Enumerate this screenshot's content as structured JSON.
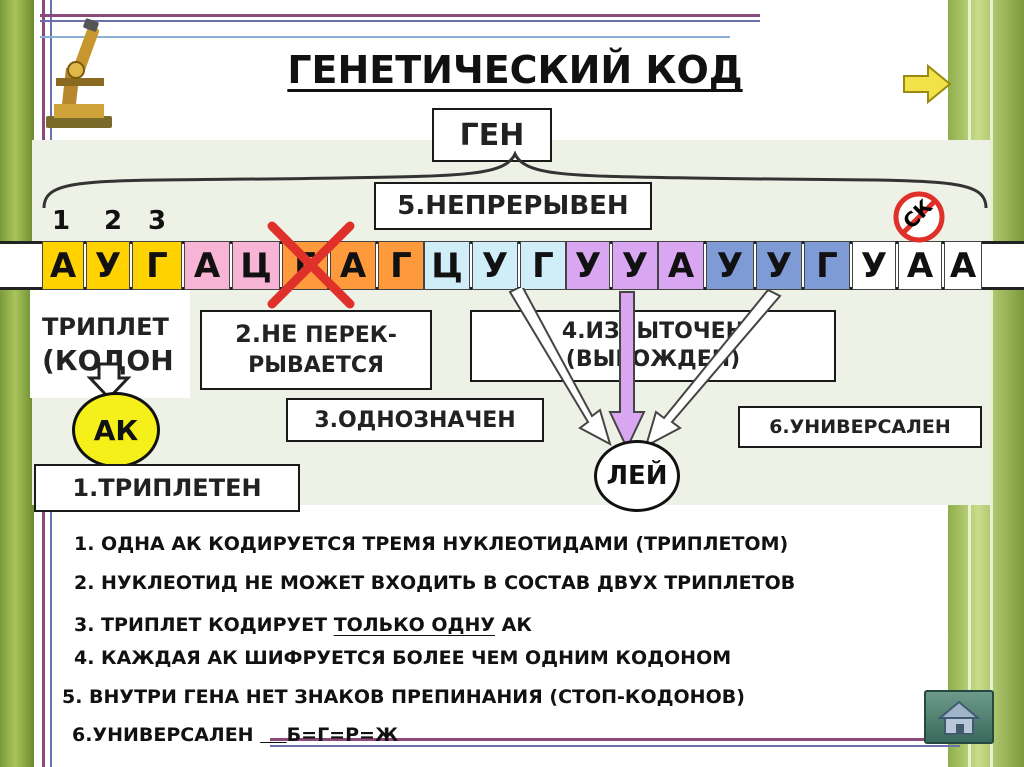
{
  "title": "ГЕНЕТИЧЕСКИЙ КОД",
  "gene_label": "ГЕН",
  "codon_numbers": [
    "1",
    "2",
    "3"
  ],
  "nucleotides": [
    {
      "letter": "А",
      "color": "#ffd200"
    },
    {
      "letter": "У",
      "color": "#ffd200"
    },
    {
      "letter": "Г",
      "color": "#ffd200"
    },
    {
      "letter": "А",
      "color": "#f7b4d4"
    },
    {
      "letter": "Ц",
      "color": "#f7b4d4"
    },
    {
      "letter": "Г",
      "color": "#ff9a3c"
    },
    {
      "letter": "А",
      "color": "#ff9a3c"
    },
    {
      "letter": "Г",
      "color": "#ff9a3c"
    },
    {
      "letter": "Ц",
      "color": "#cfeef8"
    },
    {
      "letter": "У",
      "color": "#cfeef8"
    },
    {
      "letter": "Г",
      "color": "#cfeef8"
    },
    {
      "letter": "У",
      "color": "#d9a6f2"
    },
    {
      "letter": "У",
      "color": "#d9a6f2"
    },
    {
      "letter": "А",
      "color": "#d9a6f2"
    },
    {
      "letter": "У",
      "color": "#7f9bd6"
    },
    {
      "letter": "У",
      "color": "#7f9bd6"
    },
    {
      "letter": "Г",
      "color": "#7f9bd6"
    },
    {
      "letter": "У",
      "color": "#ffffff"
    },
    {
      "letter": "А",
      "color": "#ffffff"
    },
    {
      "letter": "А",
      "color": "#ffffff"
    }
  ],
  "properties": {
    "continuous": "5.НЕПРЕРЫВЕН",
    "triplet_codon_1": "ТРИПЛЕТ",
    "triplet_codon_2": "(КОДОН",
    "non_overlap_1": "2.НЕ",
    "non_overlap_1b": "ПЕРЕК-",
    "non_overlap_2": "РЫВАЕТСЯ",
    "redundant_1": "4.ИЗБЫТОЧЕН",
    "redundant_2": "(ВЫРОЖДЕН)",
    "unambiguous": "3.ОДНОЗНАЧЕН",
    "universal": "6.УНИВЕРСАЛЕН",
    "triplet": "1.ТРИПЛЕТЕН"
  },
  "ak_label": "АК",
  "leu_label": "ЛЕЙ",
  "stop_label": "СК",
  "statements": [
    {
      "prefix": "1. ОДНА АК КОДИРУЕТСЯ ТРЕМЯ НУКЛЕОТИДАМИ  (ТРИПЛЕТОМ)"
    },
    {
      "prefix": "2. НУКЛЕОТИД НЕ МОЖЕТ ВХОДИТЬ В СОСТАВ ДВУХ ТРИПЛЕТОВ"
    },
    {
      "prefix": "3. ТРИПЛЕТ КОДИРУЕТ ",
      "underlined": "ТОЛЬКО ОДНУ",
      "suffix": " АК"
    },
    {
      "prefix": "4. КАЖДАЯ АК ШИФРУЕТСЯ БОЛЕЕ ЧЕМ ОДНИМ КОДОНОМ"
    },
    {
      "prefix": "5. ВНУТРИ ГЕНА НЕТ ЗНАКОВ ПРЕПИНАНИЯ (СТОП-КОДОНОВ)"
    },
    {
      "prefix": "6.УНИВЕРСАЛЕН ",
      "underlined": "    ",
      "suffix": "Б=Г=Р=Ж"
    }
  ],
  "icons": {
    "microscope": "microscope-icon",
    "next": "next-arrow-icon",
    "home": "home-icon"
  }
}
